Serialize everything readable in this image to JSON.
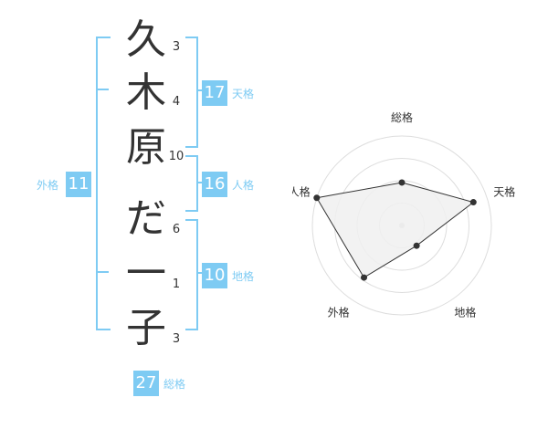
{
  "colors": {
    "accent": "#7ecbf3",
    "text": "#333333",
    "ring": "#dddddd",
    "polygon_fill": "#f0f0f0",
    "polygon_stroke": "#333333"
  },
  "name": {
    "chars": [
      {
        "char": "久",
        "strokes": "3"
      },
      {
        "char": "木",
        "strokes": "4"
      },
      {
        "char": "原",
        "strokes": "10"
      },
      {
        "char": "だ",
        "strokes": "6"
      },
      {
        "char": "一",
        "strokes": "1"
      },
      {
        "char": "子",
        "strokes": "3"
      }
    ]
  },
  "kakusu": {
    "tenkaku": {
      "value": "17",
      "label": "天格"
    },
    "jinkaku": {
      "value": "16",
      "label": "人格"
    },
    "chikaku": {
      "value": "10",
      "label": "地格"
    },
    "gaikaku": {
      "value": "11",
      "label": "外格"
    },
    "soukaku": {
      "value": "27",
      "label": "総格"
    }
  },
  "chart_data": {
    "type": "radar",
    "axes": [
      "総格",
      "天格",
      "地格",
      "外格",
      "人格"
    ],
    "values": [
      0.48,
      0.84,
      0.28,
      0.72,
      1.0
    ],
    "range": [
      0,
      1
    ],
    "rings": 4,
    "grid": true
  }
}
